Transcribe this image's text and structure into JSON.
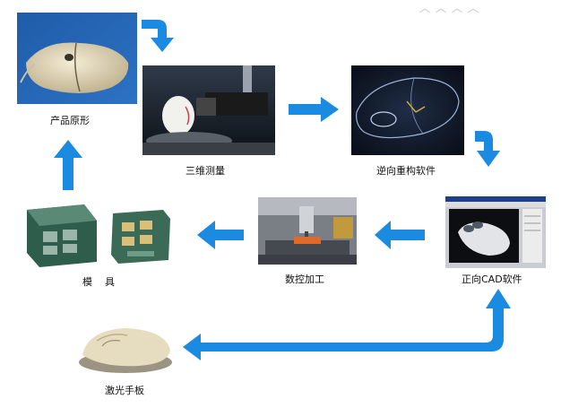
{
  "nodes": {
    "product": {
      "label": "产品原形"
    },
    "scan3d": {
      "label": "三维测量"
    },
    "reverse": {
      "label": "逆向重构软件"
    },
    "forward_cad": {
      "label": "正向CAD软件"
    },
    "cnc": {
      "label": "数控加工"
    },
    "mold": {
      "label": "模    具"
    },
    "laser": {
      "label": "激光手板"
    }
  },
  "colors": {
    "arrow": "#1a8be0"
  }
}
